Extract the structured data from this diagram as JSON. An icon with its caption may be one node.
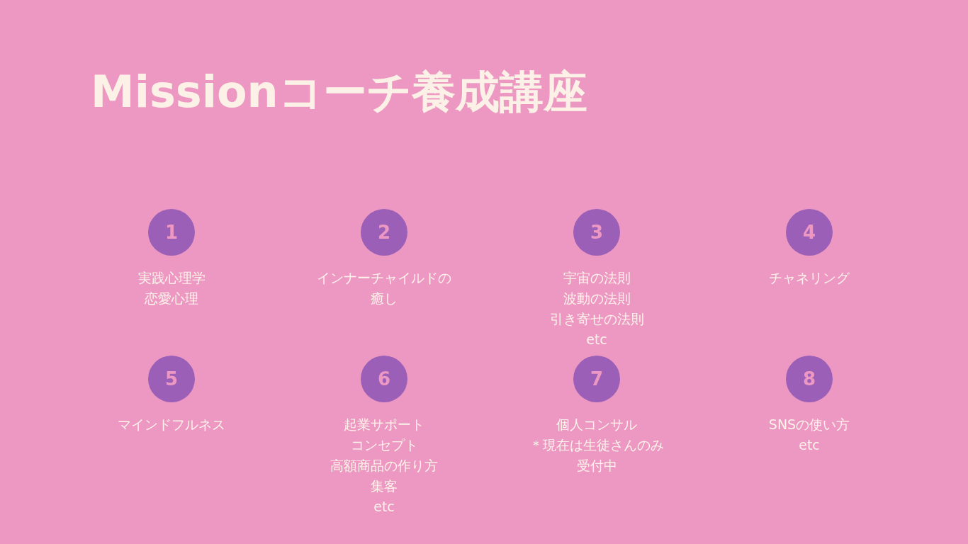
{
  "diagram": {
    "title": "Missionコーチ養成講座",
    "nodes": [
      {
        "text": [
          "1"
        ],
        "beside": [
          "実践心理学",
          "恋愛心理"
        ]
      },
      {
        "text": [
          "2"
        ],
        "beside": [
          "インナーチャイルドの癒し"
        ]
      },
      {
        "text": [
          "3"
        ],
        "beside": [
          "宇宙の法則",
          "波動の法則",
          "引き寄せの法則",
          "etc"
        ]
      },
      {
        "text": [
          "4"
        ],
        "beside": [
          "チャネリング"
        ]
      },
      {
        "text": [
          "5"
        ],
        "beside": [
          "マインドフルネス"
        ]
      },
      {
        "text": [
          "6"
        ],
        "beside": [
          "起業サポート",
          "コンセプト",
          "高額商品の作り方",
          "集客",
          "etc"
        ]
      },
      {
        "text": [
          "7"
        ],
        "beside": [
          "個人コンサル",
          "＊現在は生徒さんのみ受付中"
        ]
      },
      {
        "text": [
          "8"
        ],
        "beside": [
          "SNSの使い方",
          "etc"
        ]
      }
    ]
  }
}
